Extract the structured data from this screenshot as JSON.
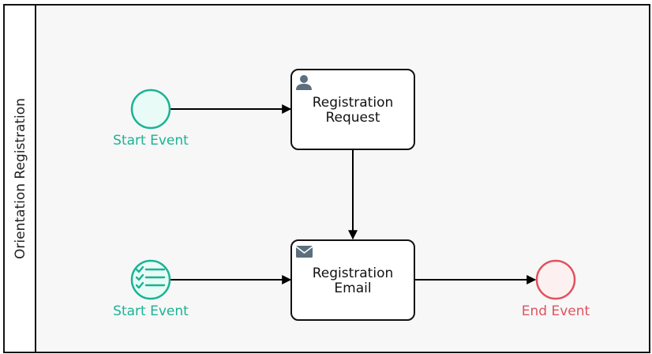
{
  "pool": {
    "label": "Orientation Registration"
  },
  "nodes": {
    "start_top": {
      "type": "start-event",
      "label": "Start Event"
    },
    "start_bottom": {
      "type": "conditional-start-event",
      "label": "Start Event",
      "icon": "checklist-icon"
    },
    "task_request": {
      "type": "user-task",
      "line1": "Registration",
      "line2": "Request",
      "icon": "user-icon"
    },
    "task_email": {
      "type": "send-task",
      "line1": "Registration",
      "line2": "Email",
      "icon": "envelope-icon"
    },
    "end_event": {
      "type": "end-event",
      "label": "End Event"
    }
  },
  "colors": {
    "start": "#1ab394",
    "start_fill": "#e9fbf6",
    "end": "#e0525e",
    "end_fill": "#fdf0f1",
    "task_border": "#111111",
    "icon": "#5b6f7d",
    "lane_bg": "#f7f7f7"
  }
}
